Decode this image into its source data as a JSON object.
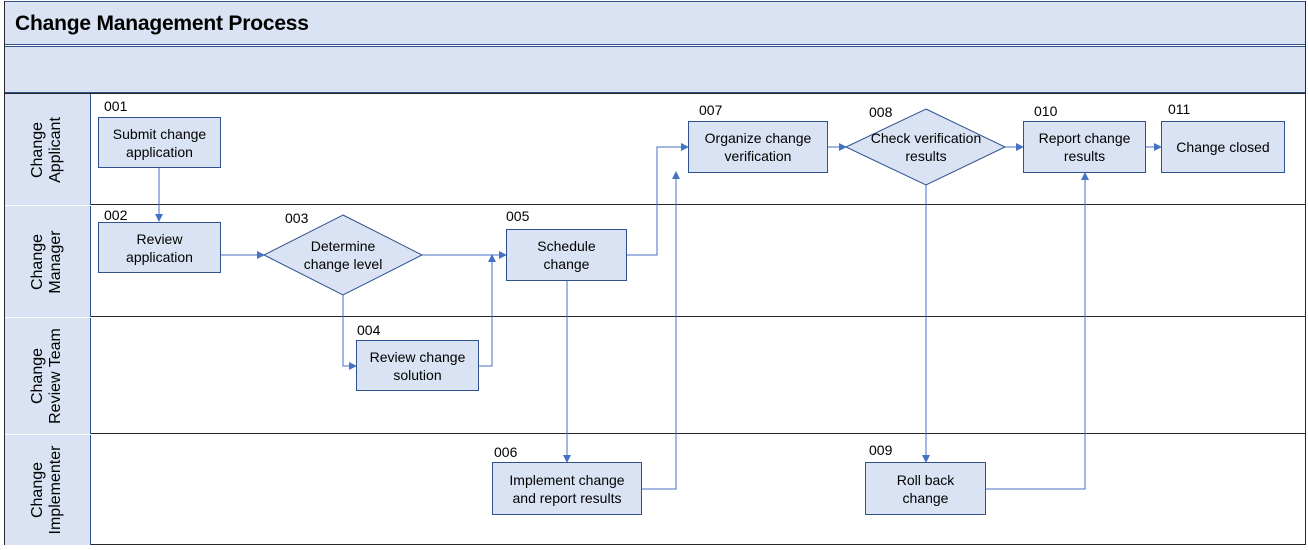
{
  "title": "Change Management Process",
  "lanes": [
    {
      "label": "Change\nApplicant"
    },
    {
      "label": "Change\nManager"
    },
    {
      "label": "Change\nReview Team"
    },
    {
      "label": "Change\nImplementer"
    }
  ],
  "steps": [
    {
      "id": "001",
      "text": "Submit change\napplication"
    },
    {
      "id": "002",
      "text": "Review\napplication"
    },
    {
      "id": "003",
      "text": "Determine\nchange level"
    },
    {
      "id": "004",
      "text": "Review change\nsolution"
    },
    {
      "id": "005",
      "text": "Schedule\nchange"
    },
    {
      "id": "006",
      "text": "Implement change\nand report results"
    },
    {
      "id": "007",
      "text": "Organize change\nverification"
    },
    {
      "id": "008",
      "text": "Check verification\nresults"
    },
    {
      "id": "009",
      "text": "Roll back\nchange"
    },
    {
      "id": "010",
      "text": "Report change\nresults"
    },
    {
      "id": "011",
      "text": "Change closed"
    }
  ],
  "colors": {
    "fill": "#dae3f3",
    "stroke": "#2f528f",
    "connector": "#4472c4"
  }
}
